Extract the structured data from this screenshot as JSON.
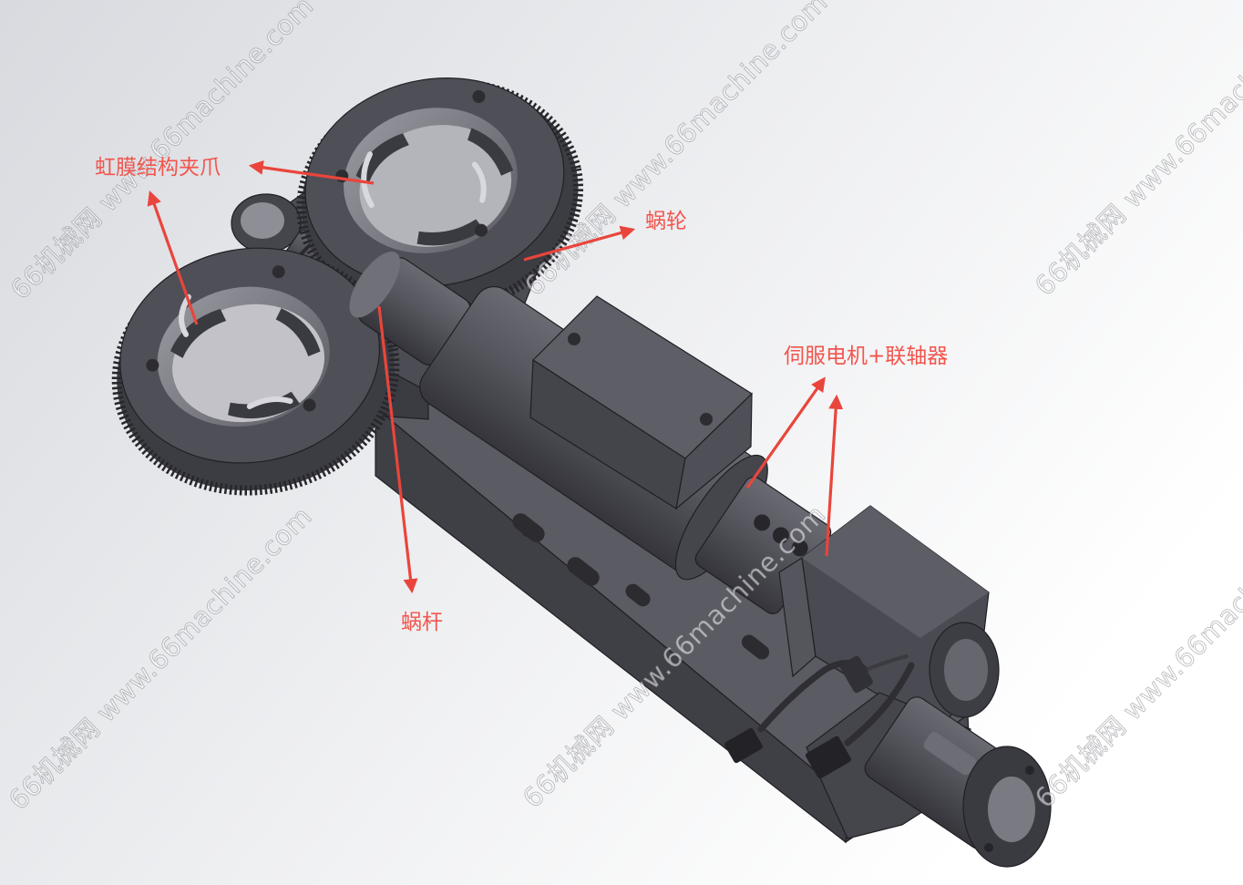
{
  "labels": {
    "iris_gripper": "虹膜结构夹爪",
    "worm_wheel": "蜗轮",
    "servo_motor_coupling": "伺服电机+联轴器",
    "worm": "蜗杆"
  },
  "watermark": "66机械网 www.66machine.com",
  "colors": {
    "label": "#f2554d",
    "arrow": "#e9453c",
    "background_top": "#d9dbe1",
    "background_bottom": "#ffffff",
    "model_body": "#55555d"
  }
}
